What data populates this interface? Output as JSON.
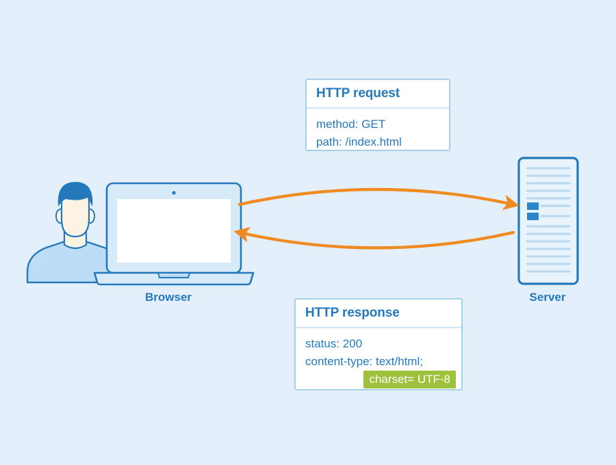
{
  "diagram": {
    "background_color": "#e3effb",
    "accent_blue": "#2479bd",
    "accent_orange": "#ef8b21",
    "highlight_green": "#9ec13c"
  },
  "request": {
    "title": "HTTP request",
    "lines": [
      "method: GET",
      "path: /index.html"
    ]
  },
  "response": {
    "title": "HTTP response",
    "lines": [
      "status: 200",
      "content-type: text/html;"
    ],
    "highlighted": "charset= UTF-8"
  },
  "nodes": {
    "browser_label": "Browser",
    "server_label": "Server"
  },
  "arrows": [
    {
      "name": "request-arrow",
      "direction": "browser-to-server",
      "color": "#ef8b21"
    },
    {
      "name": "response-arrow",
      "direction": "server-to-browser",
      "color": "#ef8b21"
    }
  ]
}
